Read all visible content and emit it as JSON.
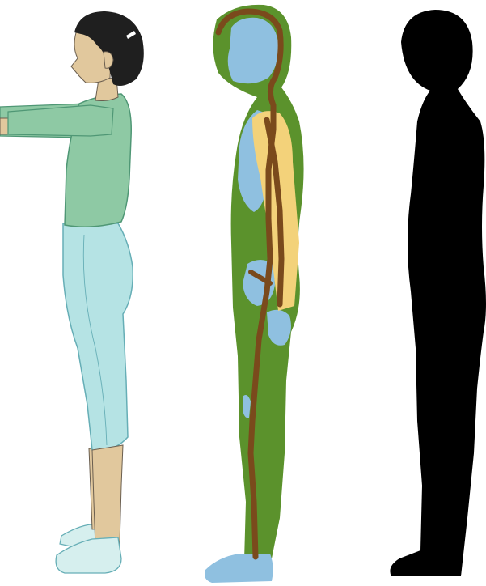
{
  "figures": [
    {
      "name": "illustrated-woman",
      "colors": {
        "skin": "#e1c89d",
        "hair": "#1f1f1f",
        "top": "#8ec9a4",
        "top_outline": "#4f9775",
        "pants": "#b5e3e4",
        "pants_outline": "#66aeb6",
        "shoes": "#d6efee",
        "outline": "#6a5e4f"
      }
    },
    {
      "name": "segmentation-figure",
      "colors": {
        "body": "#5b922c",
        "region": "#8fc0e0",
        "arm": "#f3d27a",
        "skeleton": "#7a4a1c"
      }
    },
    {
      "name": "black-silhouette",
      "colors": {
        "fill": "#000000"
      }
    }
  ]
}
